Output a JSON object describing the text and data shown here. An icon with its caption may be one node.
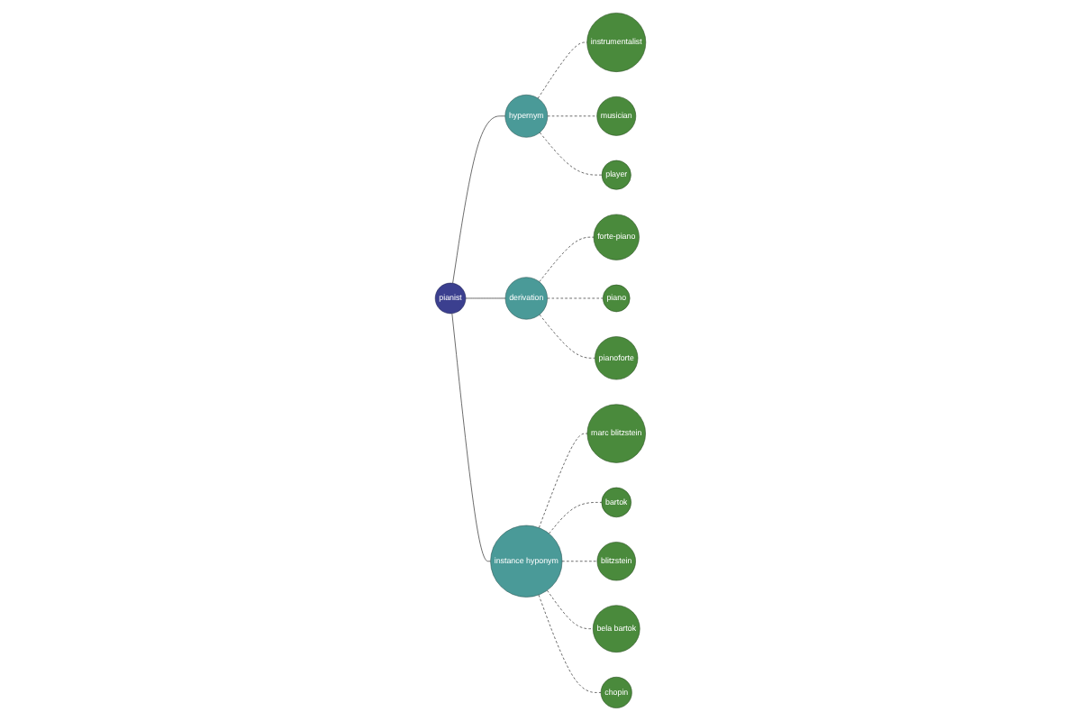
{
  "diagram": {
    "nodes": [
      {
        "text": [
          "instrumentalist"
        ]
      },
      {
        "text": [
          "musician"
        ]
      },
      {
        "text": [
          "hypernym"
        ]
      },
      {
        "text": [
          "player"
        ]
      },
      {
        "text": [
          "forte-piano"
        ]
      },
      {
        "text": [
          "pianist"
        ]
      },
      {
        "text": [
          "derivation"
        ]
      },
      {
        "text": [
          "marc blitzstein"
        ]
      },
      {
        "text": [
          "piano"
        ]
      },
      {
        "text": [
          "bartok"
        ]
      },
      {
        "text": [
          "instance hyponym"
        ]
      },
      {
        "text": [
          "pianoforte"
        ]
      },
      {
        "text": [
          "blitzstein"
        ]
      },
      {
        "text": [
          "chopin"
        ]
      },
      {
        "text": [
          "bela bartok"
        ]
      }
    ],
    "edges": [
      {
        "from": 5,
        "to": 2,
        "arrow": "none"
      },
      {
        "from": 5,
        "to": 6,
        "arrow": "none"
      },
      {
        "from": 5,
        "to": 10,
        "arrow": "none"
      },
      {
        "from": 2,
        "to": 0,
        "arrow": "none",
        "style": "dashed"
      },
      {
        "from": 2,
        "to": 1,
        "arrow": "none",
        "style": "dashed"
      },
      {
        "from": 2,
        "to": 3,
        "arrow": "none",
        "style": "dashed"
      },
      {
        "from": 6,
        "to": 4,
        "arrow": "none",
        "style": "dashed"
      },
      {
        "from": 6,
        "to": 8,
        "arrow": "none",
        "style": "dashed"
      },
      {
        "from": 6,
        "to": 11,
        "arrow": "none",
        "style": "dashed"
      },
      {
        "from": 10,
        "to": 7,
        "arrow": "none",
        "style": "dashed"
      },
      {
        "from": 10,
        "to": 9,
        "arrow": "none",
        "style": "dashed"
      },
      {
        "from": 10,
        "to": 12,
        "arrow": "none",
        "style": "dashed"
      },
      {
        "from": 10,
        "to": 14,
        "arrow": "none",
        "style": "dashed"
      },
      {
        "from": 10,
        "to": 13,
        "arrow": "none",
        "style": "dashed"
      }
    ]
  }
}
